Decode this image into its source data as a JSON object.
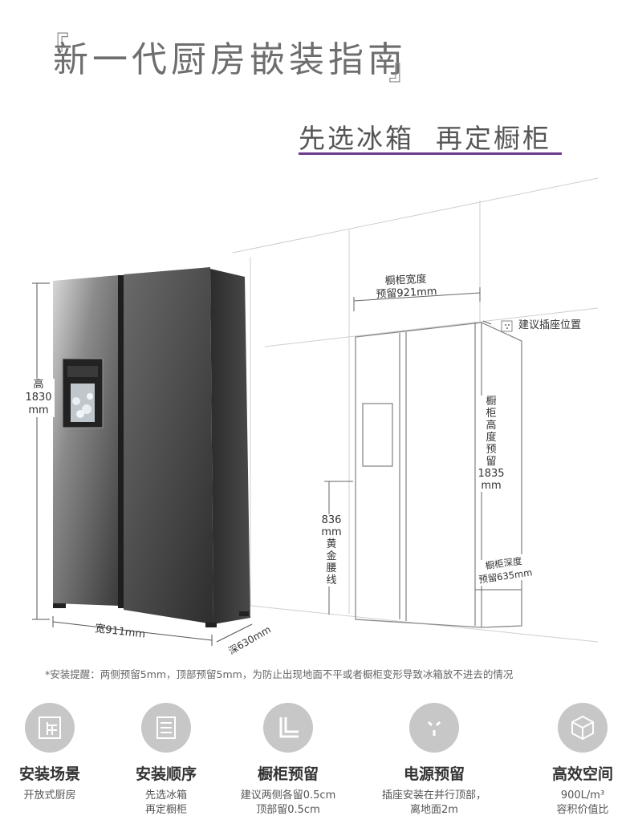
{
  "header": {
    "title": "新一代厨房嵌装指南",
    "subtitle": "先选冰箱  再定橱柜"
  },
  "dims": {
    "height": "高\n1830\nmm",
    "width": "宽911mm",
    "depth": "深630mm",
    "cab_width": "橱柜宽度\n预留921mm",
    "socket": "建议插座位置",
    "cab_height": "橱\n柜\n高\n度\n预\n留\n1835\nmm",
    "golden_line": "836\nmm\n黄\n金\n腰\n线",
    "cab_depth": "橱柜深度\n预留635mm"
  },
  "note": "*安装提醒：两侧预留5mm，顶部预留5mm，为防止出现地面不平或者橱柜变形导致冰箱放不进去的情况",
  "features": [
    {
      "icon": "scene-icon",
      "title": "安装场景",
      "desc": "开放式厨房"
    },
    {
      "icon": "order-icon",
      "title": "安装顺序",
      "desc": "先选冰箱\n再定橱柜"
    },
    {
      "icon": "cabinet-icon",
      "title": "橱柜预留",
      "desc": "建议两侧各留0.5cm\n顶部留0.5cm"
    },
    {
      "icon": "power-icon",
      "title": "电源预留",
      "desc": "插座安装在并行顶部，\n离地面2m"
    },
    {
      "icon": "cube-icon",
      "title": "高效空间",
      "desc": "900L/m³\n容积价值比"
    }
  ],
  "colors": {
    "accent": "#6a3a8e",
    "icon_bg": "#c7c7c7"
  }
}
